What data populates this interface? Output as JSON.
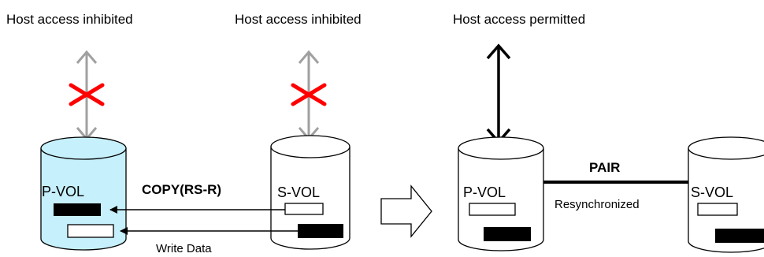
{
  "labels": {
    "host_inhibited_1": "Host access inhibited",
    "host_inhibited_2": "Host access inhibited",
    "host_permitted": "Host access permitted",
    "pvol_left": "P-VOL",
    "svol_left": "S-VOL",
    "copy": "COPY(RS-R)",
    "write_data": "Write Data",
    "pvol_right": "P-VOL",
    "svol_right": "S-VOL",
    "pair": "PAIR",
    "resync": "Resynchronized"
  },
  "colors": {
    "pvol_fill": "#c6f0fb",
    "blocked_cross": "#ff0000",
    "inhibited_arrow": "#a0a0a0",
    "permitted_arrow": "#000000",
    "data_block": "#000000"
  }
}
